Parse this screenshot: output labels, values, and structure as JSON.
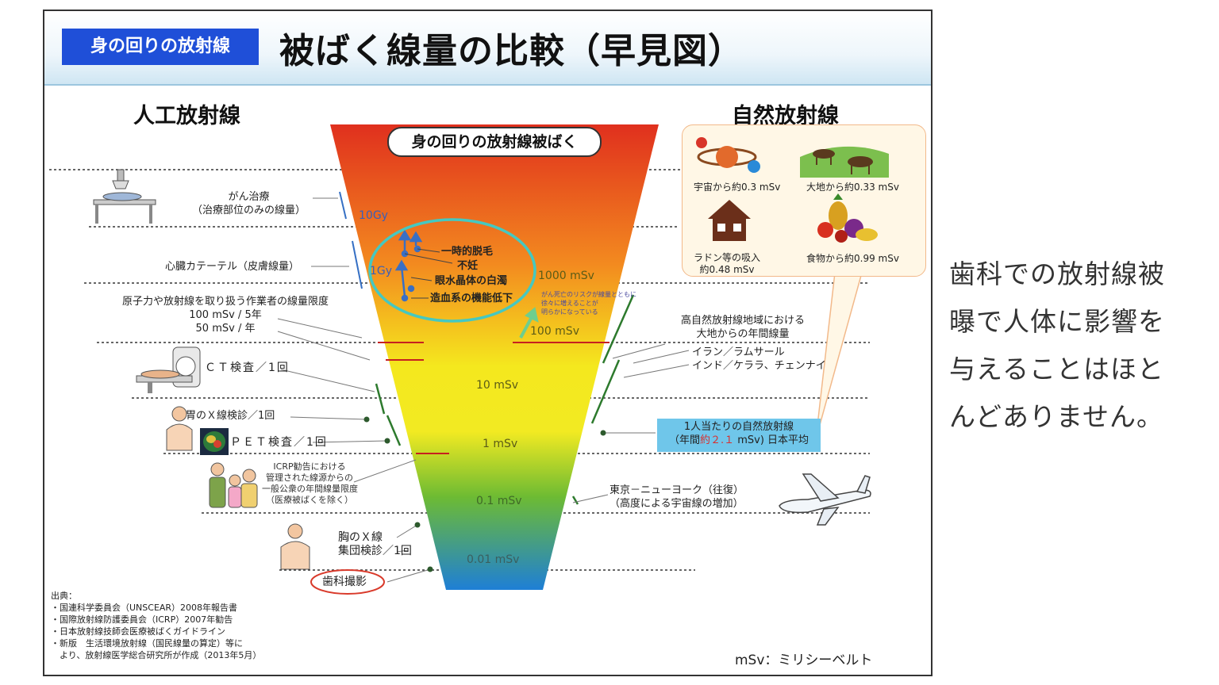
{
  "header": {
    "badge": "身の回りの放射線",
    "title": "被ばく線量の比較（早見図）"
  },
  "sections": {
    "artificial": "人工放射線",
    "natural": "自然放射線"
  },
  "funnel": {
    "bubble": "身の回りの放射線被ばく",
    "ticks": [
      "10Gy",
      "1Gy",
      "1000 mSv",
      "100 mSv",
      "10 mSv",
      "1 mSv",
      "0.1 mSv",
      "0.01 mSv"
    ],
    "effects": [
      "一時的脱毛",
      "不妊",
      "眼水晶体の白濁",
      "造血系の機能低下"
    ],
    "cancer_note": [
      "がん死亡のリスクが線量とともに",
      "徐々に増えることが",
      "明らかになっている"
    ]
  },
  "left_items": {
    "cancer_treatment": [
      "がん治療",
      "（治療部位のみの線量）"
    ],
    "catheter": "心臓カテーテル（皮膚線量）",
    "worker": [
      "原子力や放射線を取り扱う作業者の線量限度",
      "100 mSv / 5年",
      "50 mSv / 年"
    ],
    "ct": "ＣＴ検査／1回",
    "stomach": "胃のＸ線検診／1回",
    "pet": "ＰＥＴ検査／1回",
    "icrp": [
      "ICRP勧告における",
      "管理された線源からの",
      "一般公衆の年間線量限度",
      "（医療被ばくを除く）"
    ],
    "chest": [
      "胸のＸ線",
      "集団検診／1回"
    ],
    "dental": "歯科撮影"
  },
  "right_items": {
    "natural_box": {
      "space": "宇宙から約0.3 mSv",
      "ground": "大地から約0.33 mSv",
      "radon": [
        "ラドン等の吸入",
        "約0.48 mSv"
      ],
      "food": "食物から約0.99 mSv"
    },
    "high_area": [
      "高自然放射線地域における",
      "大地からの年間線量"
    ],
    "places": [
      "イラン／ラムサール",
      "インド／ケララ、チェンナイ"
    ],
    "japan_avg": [
      "1人当たりの自然放射線",
      "（年間",
      "約２.１",
      " mSv) 日本平均"
    ],
    "flight": [
      "東京－ニューヨーク（往復）",
      "（高度による宇宙線の増加）"
    ]
  },
  "sources": [
    "出典：",
    "・国連科学委員会（UNSCEAR）2008年報告書",
    "・国際放射線防護委員会（ICRP）2007年勧告",
    "・日本放射線技師会医療被ばくガイドライン",
    "・新版　生活環境放射線（国民線量の算定）等に",
    "　より、放射線医学総合研究所が作成（2013年5月）"
  ],
  "unit_note": "mSv：ミリシーベルト",
  "side_note": [
    "歯科での放射線被",
    "曝で人体に影響を",
    "与えることはほと",
    "んどありません。"
  ],
  "colors": {
    "badge": "#1f4fd8",
    "funnel_top": "#e0301e",
    "funnel_mid": "#f4e81e",
    "funnel_bottom": "#1e7fd6",
    "highlight_circle": "#46c8c0",
    "dental_circle": "#d93a2b",
    "japan_box": "#6fc6ea"
  }
}
